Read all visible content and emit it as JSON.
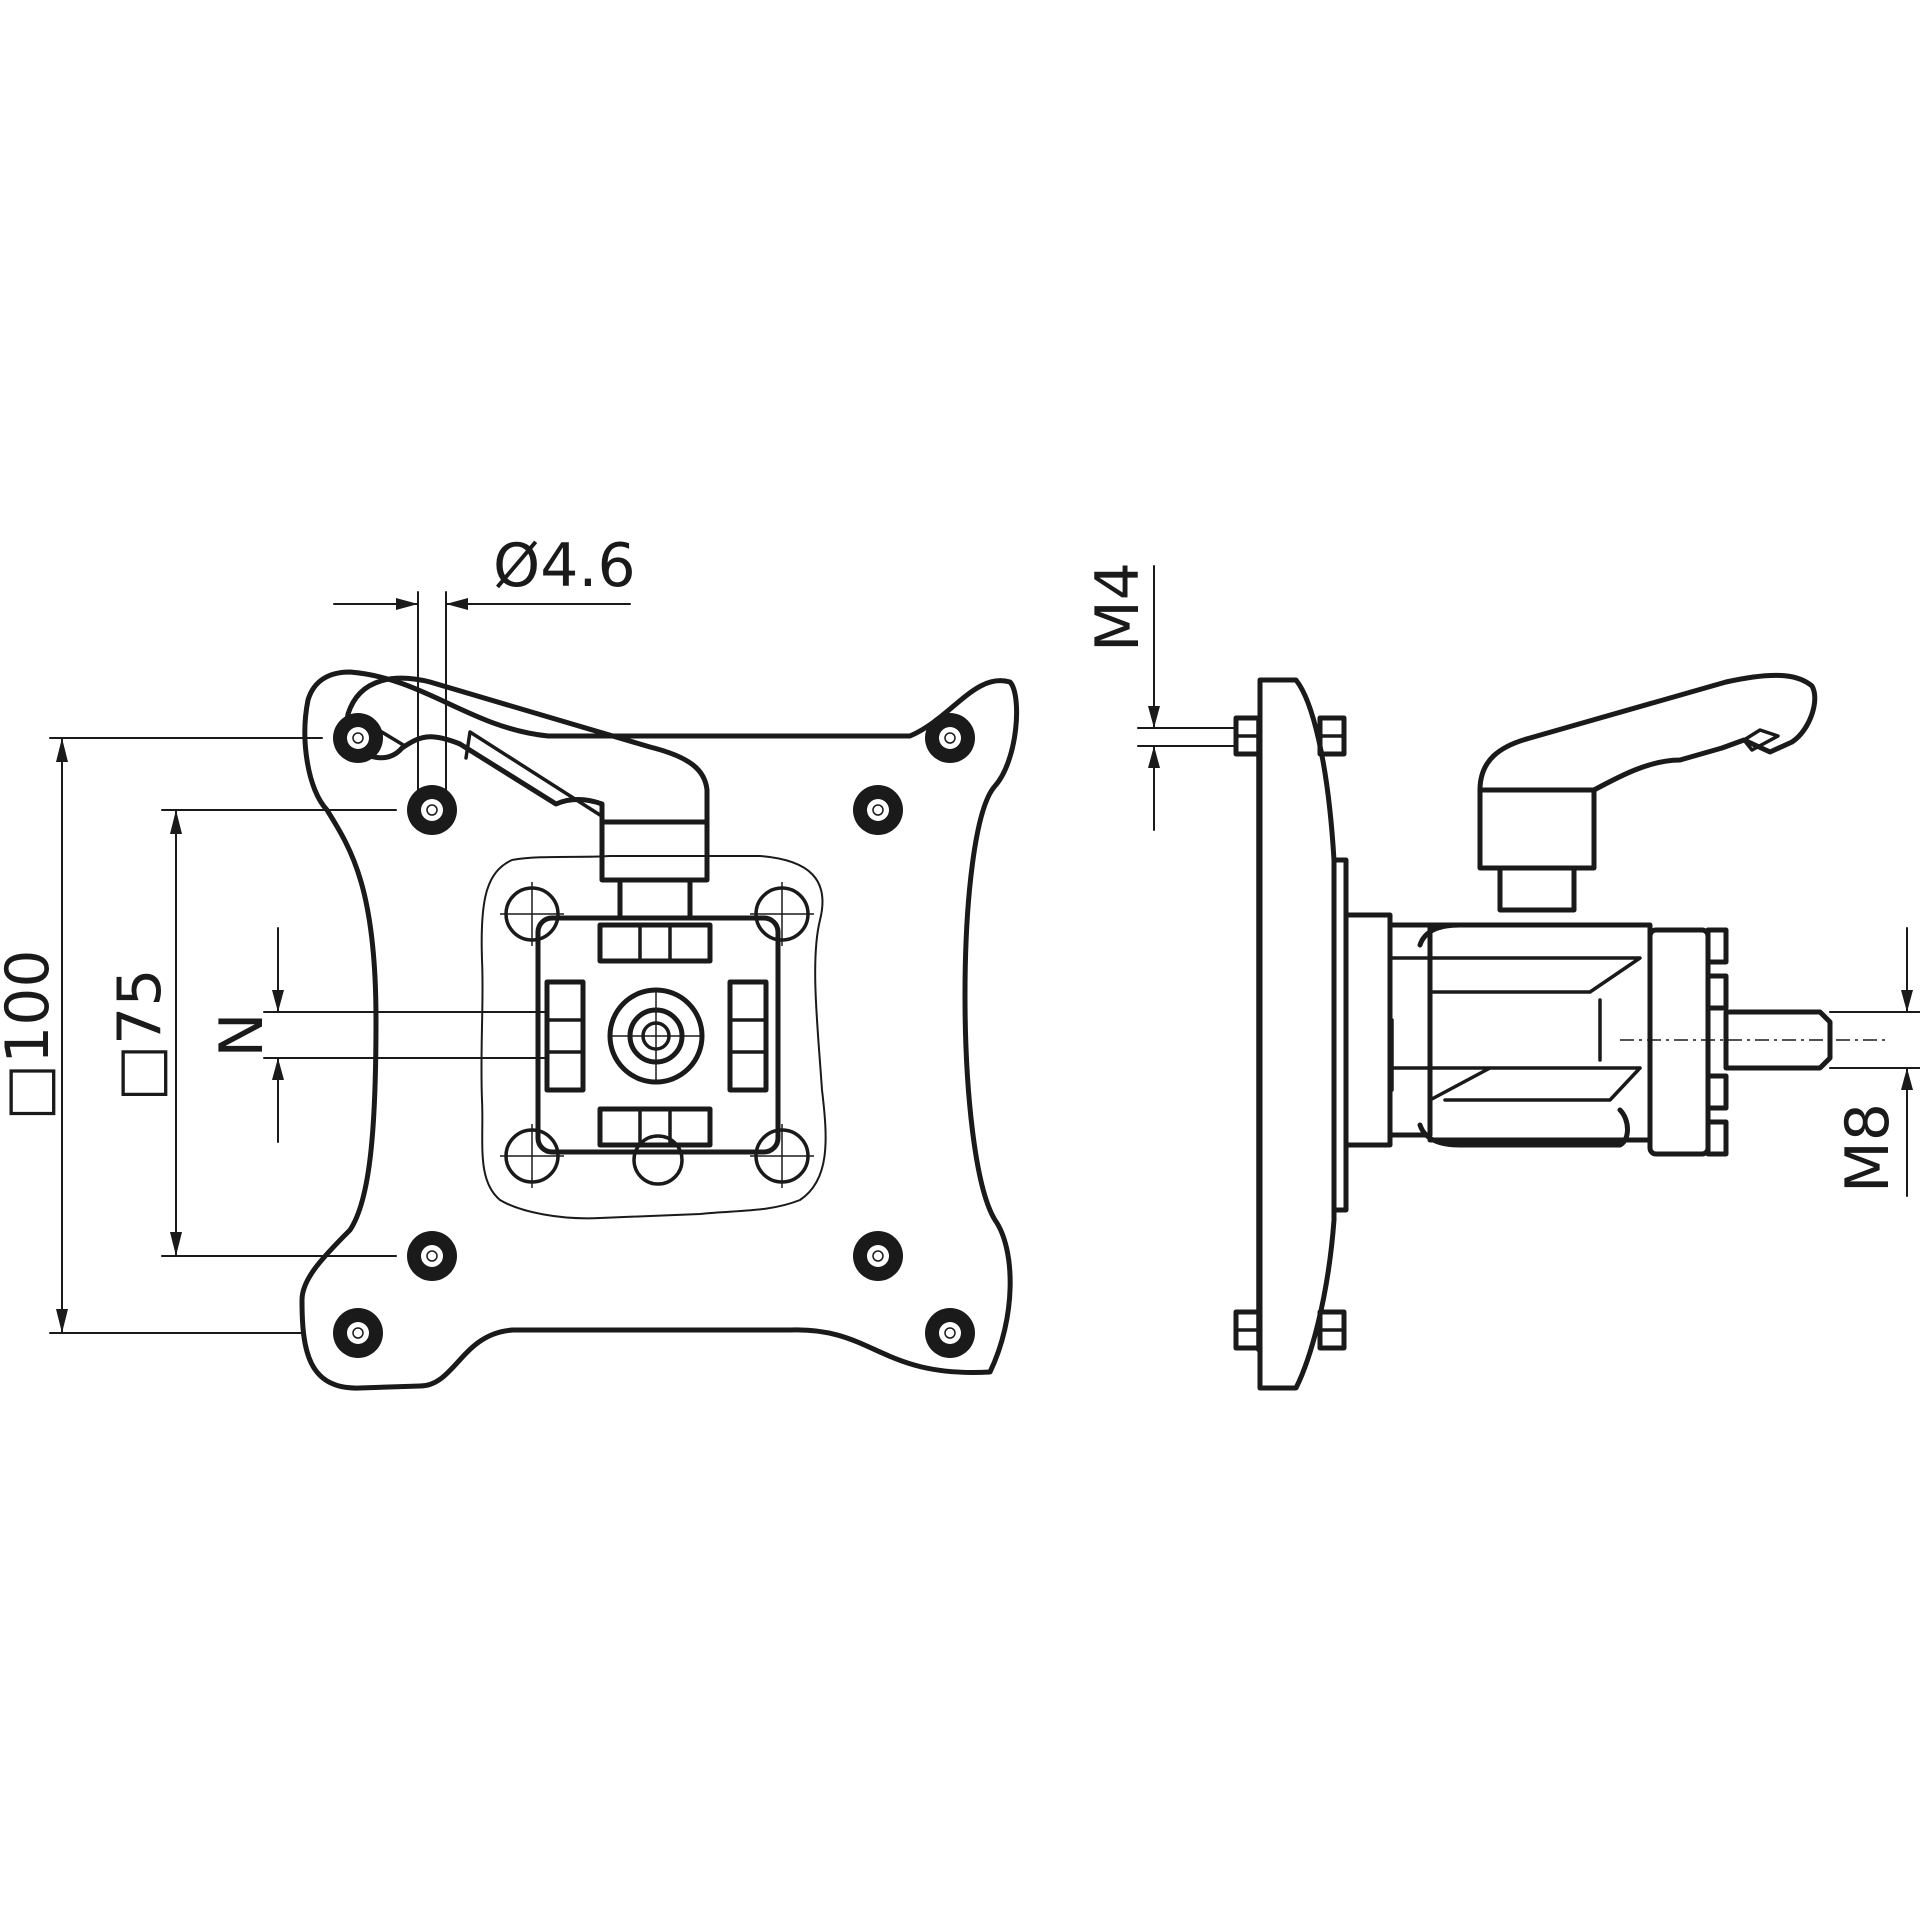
{
  "dimensions": {
    "hole_diameter": "Ø4.6",
    "pattern_100": "□100",
    "pattern_75": "□75",
    "slot_width": "N",
    "screw_front": "M4",
    "stud_thread": "M8"
  },
  "colors": {
    "line": "#1a1a1a",
    "background": "#ffffff"
  }
}
